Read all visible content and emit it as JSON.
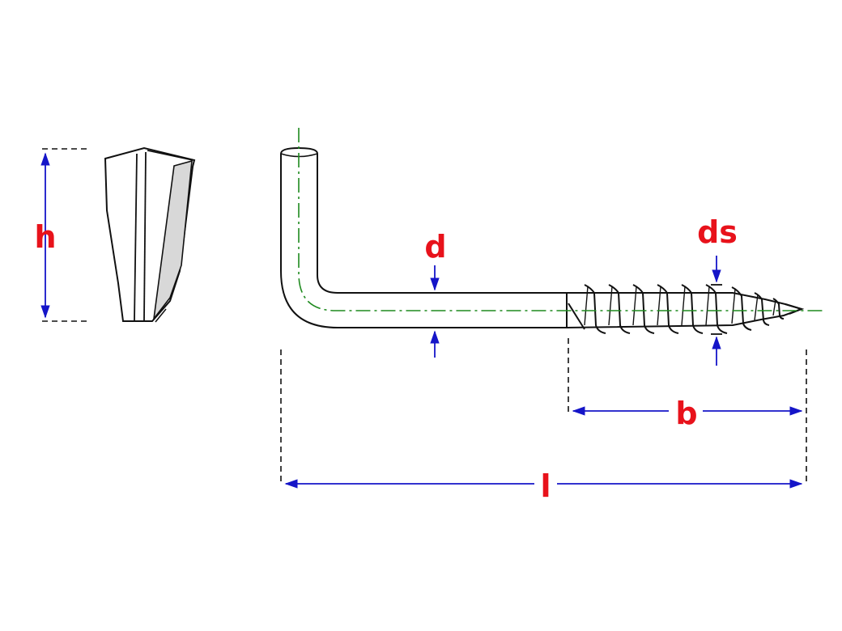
{
  "diagram": {
    "type": "technical-drawing",
    "subject": "screw hook",
    "labels": {
      "h": "h",
      "d": "d",
      "ds": "ds",
      "b": "b",
      "l": "l"
    },
    "colors": {
      "label": "#e8121b",
      "dimension_arrow": "#1515c8",
      "center_line": "#1f8a1f",
      "outline": "#111111",
      "shade": "#d8d8d8"
    }
  }
}
